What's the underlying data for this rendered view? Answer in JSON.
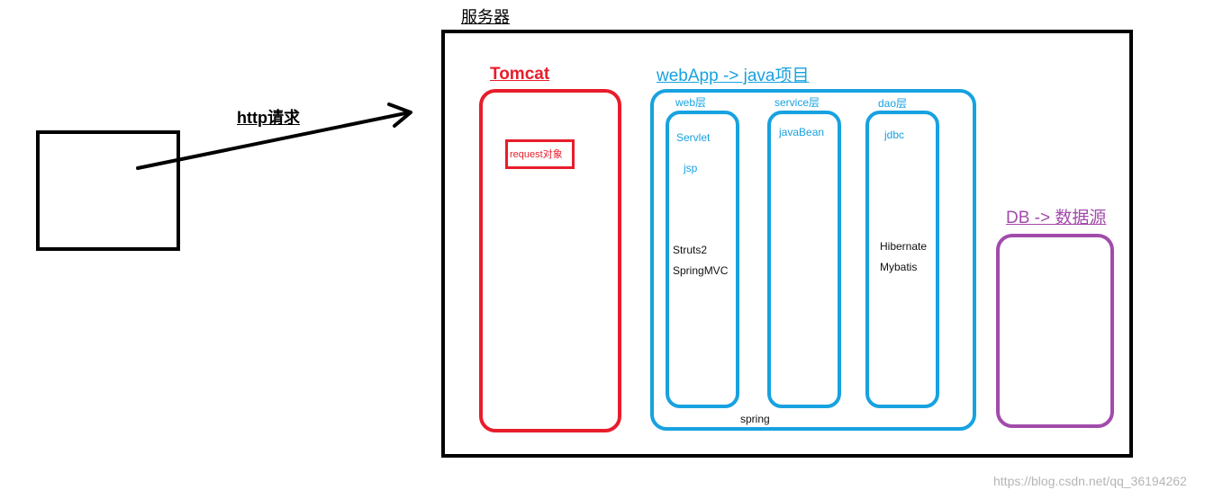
{
  "request_arrow": {
    "label": "http请求"
  },
  "server": {
    "title": "服务器",
    "tomcat": {
      "title": "Tomcat",
      "request_object": "request对象"
    },
    "webapp": {
      "title": "webApp -> java项目",
      "web_layer": {
        "title": "web层",
        "items": [
          "Servlet",
          "jsp",
          "Struts2",
          "SpringMVC"
        ]
      },
      "service_layer": {
        "title": "service层",
        "items": [
          "javaBean"
        ]
      },
      "dao_layer": {
        "title": "dao层",
        "items": [
          "jdbc",
          "Hibernate",
          "Mybatis"
        ]
      },
      "spring_label": "spring"
    }
  },
  "db": {
    "title": "DB -> 数据源"
  },
  "watermark": "https://blog.csdn.net/qq_36194262",
  "colors": {
    "tomcat": "#e81d2b",
    "webapp": "#17a2e0",
    "db": "#a24bab",
    "stroke": "#000000"
  }
}
